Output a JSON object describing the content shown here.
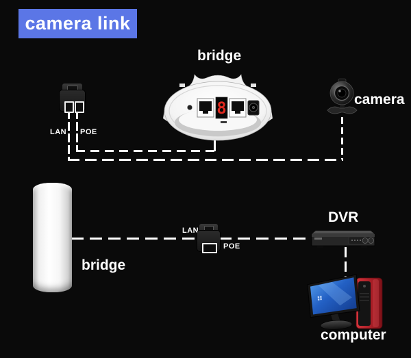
{
  "badge": {
    "label": "camera link"
  },
  "top_section": {
    "bridge_label": "bridge",
    "bridge_display_digit": "8",
    "adapter": {
      "lan": "LAN",
      "poe": "POE"
    },
    "camera_label": "camera"
  },
  "bottom_section": {
    "bridge_label": "bridge",
    "adapter": {
      "lan": "LAN",
      "poe": "POE"
    },
    "dvr_label": "DVR",
    "computer_label": "computer"
  },
  "colors": {
    "background": "#0a0a0a",
    "badge_bg": "#5b76e6",
    "line": "#ffffff",
    "display_red": "#e0281e"
  }
}
